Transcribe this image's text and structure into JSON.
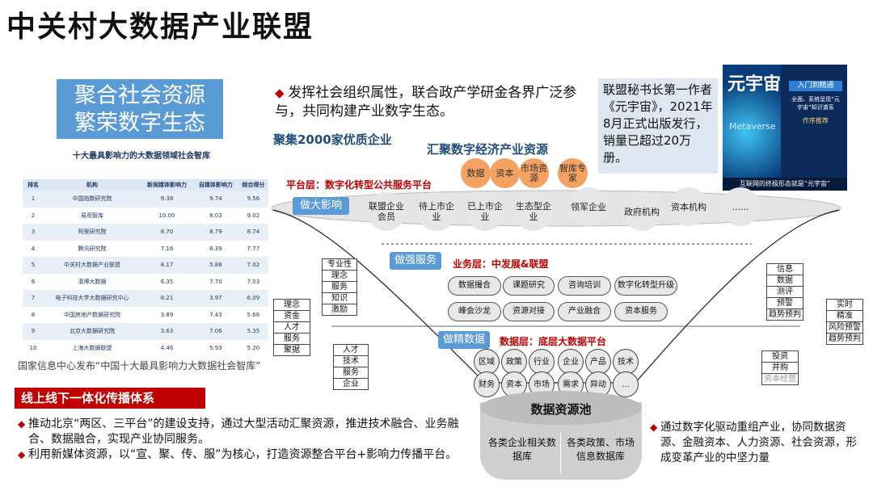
{
  "title": "中关村大数据产业联盟",
  "banner": {
    "line1": "聚合社会资源",
    "line2": "繁荣数字生态"
  },
  "table_title": "十大最具影响力的大数据领域社会智库",
  "table": {
    "headers": [
      "排名",
      "机构",
      "新闻媒体影响力",
      "自媒体影响力",
      "综合得分"
    ],
    "rows": [
      [
        "1",
        "中国指数研究院",
        "9.38",
        "9.74",
        "9.56"
      ],
      [
        "2",
        "易观智库",
        "10.00",
        "8.03",
        "9.02"
      ],
      [
        "3",
        "阿里研究院",
        "8.70",
        "8.79",
        "8.74"
      ],
      [
        "4",
        "腾讯研究院",
        "7.16",
        "8.39",
        "7.77"
      ],
      [
        "5",
        "中关村大数据产业联盟",
        "8.17",
        "5.88",
        "7.02"
      ],
      [
        "6",
        "清博大数据",
        "6.35",
        "7.70",
        "7.03"
      ],
      [
        "7",
        "电子科技大学大数据研究中心",
        "8.21",
        "3.97",
        "6.09"
      ],
      [
        "8",
        "中国房地产数据研究院",
        "3.89",
        "7.43",
        "5.66"
      ],
      [
        "9",
        "北京大数据研究院",
        "3.63",
        "7.06",
        "5.35"
      ],
      [
        "10",
        "上海大数据联盟",
        "4.46",
        "5.93",
        "5.20"
      ]
    ]
  },
  "source_note": "国家信息中心发布“中国十大最具影响力大数据社会智库”",
  "online_banner": "线上线下一体化传播体系",
  "bottom_left_bullets": [
    "推动北京“两区、三平台”的建设支持，通过大型活动汇聚资源，推进技术融合、业务融合、数据融合，实现产业协同服务。",
    "利用新媒体资源，以“宣、聚、传、服”为核心，打造资源整合平台+影响力传播平台。"
  ],
  "top_bullet": "发挥社会组织属性，联合政产学研金各界广泛参与，共同构建产业数字生态。",
  "book_text": "联盟秘书长第一作者《元宇宙》，2021年8月正式出版发行，销量已超过20万册。",
  "book_cover": {
    "title": "元宇宙",
    "subtitle": "Metaverse",
    "tag": "入门到精通",
    "desc": "全面、系统呈现“元宇宙”知识谱系",
    "recommend": "作序推荐",
    "footer": "互联网的终极形态就是“元宇宙”"
  },
  "gather_label": "聚集2000家优质企业",
  "resources_label": "汇聚数字经济产业资源",
  "resources": [
    "数据",
    "资本",
    "市场资源",
    "智库专家"
  ],
  "platform_label": "平台层：数字化转型公共服务平台",
  "platform_tag": "做大影响",
  "platform_members": [
    "联盟企业会员",
    "待上市企业",
    "已上市企业",
    "生态型企业",
    "领军企业",
    "政府机构",
    "资本机构",
    "......"
  ],
  "business_tag": "做强服务",
  "business_label": "业务层：中发展&联盟",
  "business_items": [
    "数据撮合",
    "课题研究",
    "咨询培训",
    "数字化转型升级",
    "峰会沙龙",
    "资源对接",
    "产业融合",
    "资本服务"
  ],
  "data_tag": "做精数据",
  "data_label": "数据层：底层大数据平台",
  "data_items_row1": [
    "区域",
    "政策",
    "行业",
    "企业",
    "产品",
    "技术"
  ],
  "data_items_row2": [
    "财务",
    "资本",
    "市场",
    "需求",
    "异动",
    "..."
  ],
  "left_list_a": [
    "理念",
    "资金",
    "人才",
    "服务",
    "聚据"
  ],
  "left_list_b": [
    "专业性",
    "理念",
    "服务",
    "知识",
    "激励"
  ],
  "left_list_c": [
    "人才",
    "技术",
    "服务",
    "企业"
  ],
  "right_list_a": [
    "信息",
    "数据",
    "测评",
    "预警",
    "趋势预判"
  ],
  "right_list_b": [
    "实时",
    "精准",
    "风险预警",
    "趋势预判"
  ],
  "right_list_c": [
    "投资",
    "并购",
    "资本经营"
  ],
  "pool_label": "数据资源池",
  "pool_left": "各类企业相关数据库",
  "pool_right": "各类政策、市场信息数据库",
  "bottom_right_bullet": "通过数字化驱动重组产业，协同数据资源、金融资本、人力资源、社会资源，形成变革产业的中坚力量"
}
